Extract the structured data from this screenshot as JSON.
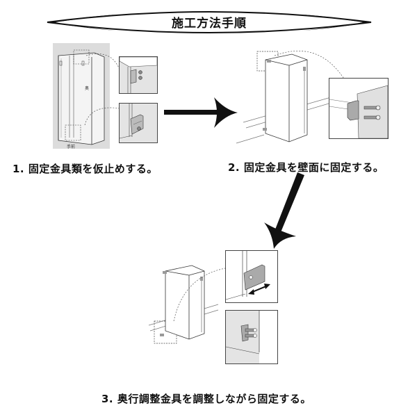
{
  "header": {
    "title": "施工方法手順"
  },
  "steps": [
    {
      "caption": "1.  固定金具類を仮止めする。",
      "labels": {
        "back": "奥",
        "front": "手前"
      }
    },
    {
      "caption": "2.  固定金具を壁面に固定する。"
    },
    {
      "caption": "3.  奥行調整金具を調整しながら固定する。"
    }
  ],
  "icons": {
    "arrow_1_to_2": "arrow-right-icon",
    "arrow_2_to_3": "arrow-down-left-icon",
    "adjust": "double-arrow-icon"
  },
  "colors": {
    "ink": "#111111",
    "panel_bg": "#dcdcdc",
    "detail_bg": "#e4e4e4",
    "bracket": "#9a9a9a"
  }
}
